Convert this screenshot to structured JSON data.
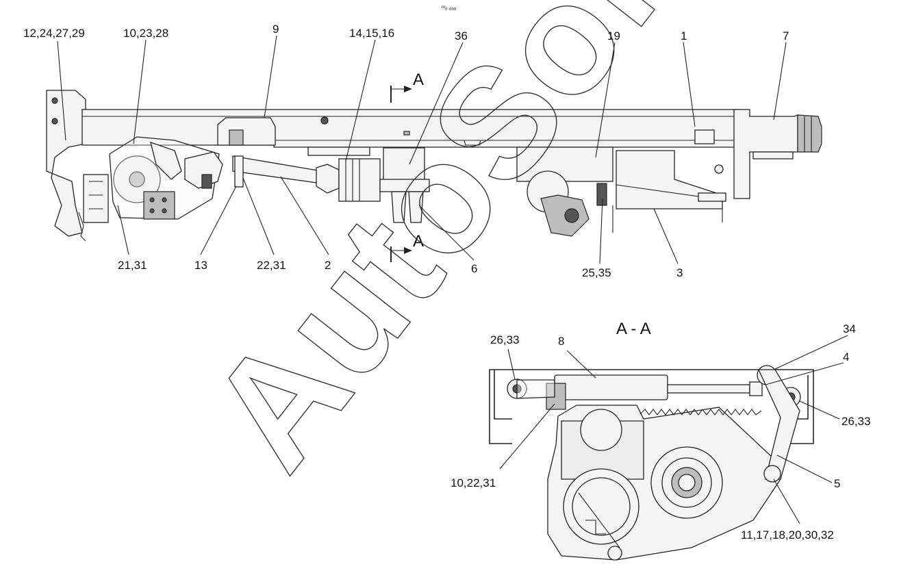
{
  "header_mark": "ᵐₒ ₒₒₒ",
  "watermark": "AutoSoft",
  "section_marker_top": "A",
  "section_marker_bottom": "A",
  "section_title": "A - A",
  "callouts": {
    "c_12_24_27_29": "12,24,27,29",
    "c_10_23_28": "10,23,28",
    "c_9": "9",
    "c_14_15_16": "14,15,16",
    "c_36": "36",
    "c_19": "19",
    "c_1": "1",
    "c_7": "7",
    "c_21_31": "21,31",
    "c_13": "13",
    "c_22_31": "22,31",
    "c_2": "2",
    "c_6": "6",
    "c_25_35": "25,35",
    "c_3": "3",
    "c_26_33_left": "26,33",
    "c_8": "8",
    "c_34": "34",
    "c_4": "4",
    "c_26_33_right": "26,33",
    "c_10_22_31": "10,22,31",
    "c_5": "5",
    "c_11_17_18_20_30_32": "11,17,18,20,30,32"
  }
}
